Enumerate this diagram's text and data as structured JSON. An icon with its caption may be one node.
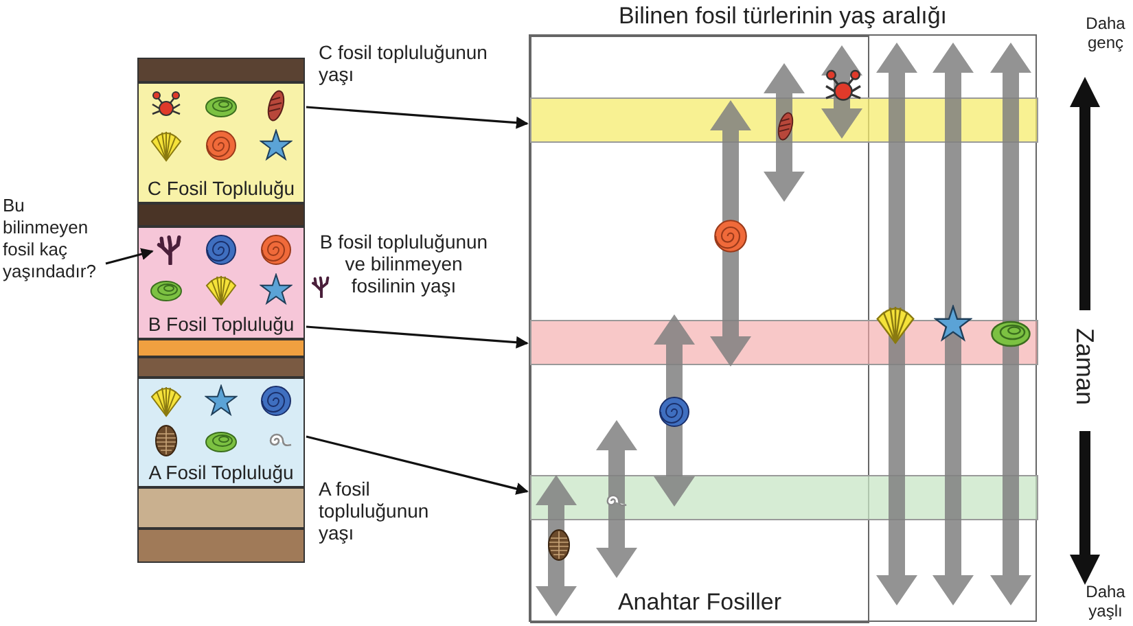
{
  "diagram": {
    "nodes": [
      {
        "text": [
          "C Fosil Topluluğu"
        ]
      },
      {
        "text": [
          "B Fosil Topluluğu"
        ]
      },
      {
        "text": [
          "A Fosil Topluluğu"
        ]
      },
      {
        "text": [
          "Bu bilinmeyen fosil kaç yaşındadır?"
        ]
      },
      {
        "text": [],
        "shape": "picture",
        "in": 1
      },
      {
        "text": [
          "Bilinen fosil türlerinin yaş aralığı"
        ]
      },
      {
        "text": [
          "Anahtar Fosiller"
        ],
        "in": 5
      },
      {
        "text": [],
        "shape": "bar",
        "in": 5
      },
      {
        "text": [],
        "shape": "bar",
        "in": 5
      },
      {
        "text": [],
        "shape": "bar",
        "in": 5
      },
      {
        "text": [],
        "shape": "bar"
      },
      {
        "text": [],
        "shape": "bar"
      },
      {
        "text": [],
        "shape": "bar"
      },
      {
        "text": [],
        "shape": "bar"
      },
      {
        "text": [],
        "shape": "bar"
      },
      {
        "text": [],
        "shape": "bar"
      }
    ],
    "edges": [
      {
        "from": 3,
        "to": 4,
        "arrow": "to"
      },
      {
        "from": 0,
        "to": 7,
        "arrow": "to",
        "label": "C fosil topluluğunun yaşı"
      },
      {
        "from": 1,
        "to": 8,
        "arrow": "to",
        "label": "B fosil topluluğunun ve bilinmeyen fosilinin yaşı"
      },
      {
        "from": 2,
        "to": 9,
        "arrow": "to",
        "label": "A fosil topluluğunun yaşı"
      }
    ],
    "labels": [
      "Daha genç",
      "Zaman",
      "Daha yaşlı"
    ]
  }
}
